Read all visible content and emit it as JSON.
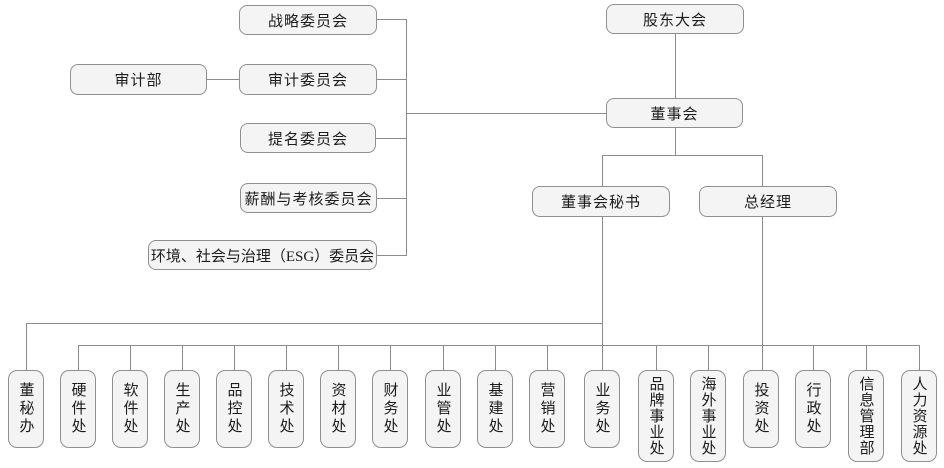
{
  "nodes": {
    "shareholders": "股东大会",
    "board": "董事会",
    "board_secretary": "董事会秘书",
    "general_manager": "总经理",
    "audit_department": "审计部"
  },
  "committees": [
    {
      "label": "战略委员会"
    },
    {
      "label": "审计委员会"
    },
    {
      "label": "提名委员会"
    },
    {
      "label": "薪酬与考核委员会"
    },
    {
      "label": "环境、社会与治理（ESG）委员会"
    }
  ],
  "departments": [
    "董秘办",
    "硬件处",
    "软件处",
    "生产处",
    "品控处",
    "技术处",
    "资材处",
    "财务处",
    "业管处",
    "基建处",
    "营销处",
    "业务处",
    "品牌事业处",
    "海外事业处",
    "投资处",
    "行政处",
    "信息管理部",
    "人力资源处"
  ],
  "colors": {
    "box_fill": "#f4f4f4",
    "box_border": "#8f8f8f",
    "line": "#8c8c8c",
    "text": "#1c1c1c",
    "background": "#ffffff"
  }
}
